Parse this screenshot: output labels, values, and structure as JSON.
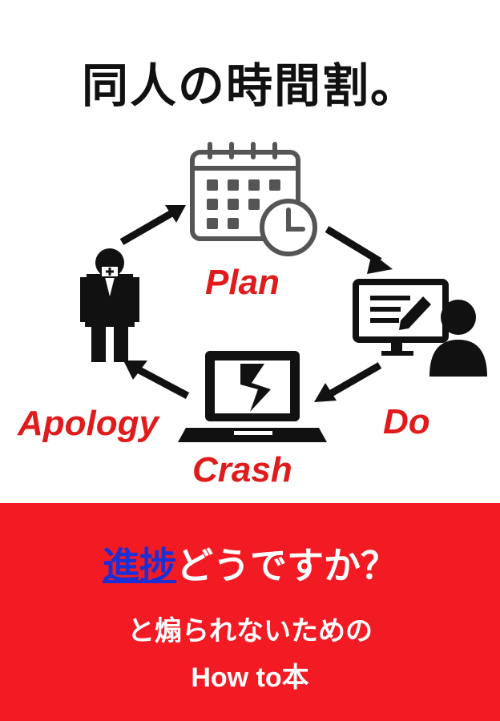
{
  "title": "同人の時間割。",
  "cycle": {
    "plan_label": "Plan",
    "do_label": "Do",
    "crash_label": "Crash",
    "apology_label": "Apology"
  },
  "banner": {
    "highlight": "進捗",
    "line1_rest": "どうですか？",
    "line2": "と煽られないための",
    "line3": "How to本"
  },
  "colors": {
    "label_red": "#e01b1b",
    "banner_red": "#f21b24",
    "highlight_blue": "#1a2fd6",
    "icon_dark": "#111111",
    "calendar_gray": "#555555"
  }
}
